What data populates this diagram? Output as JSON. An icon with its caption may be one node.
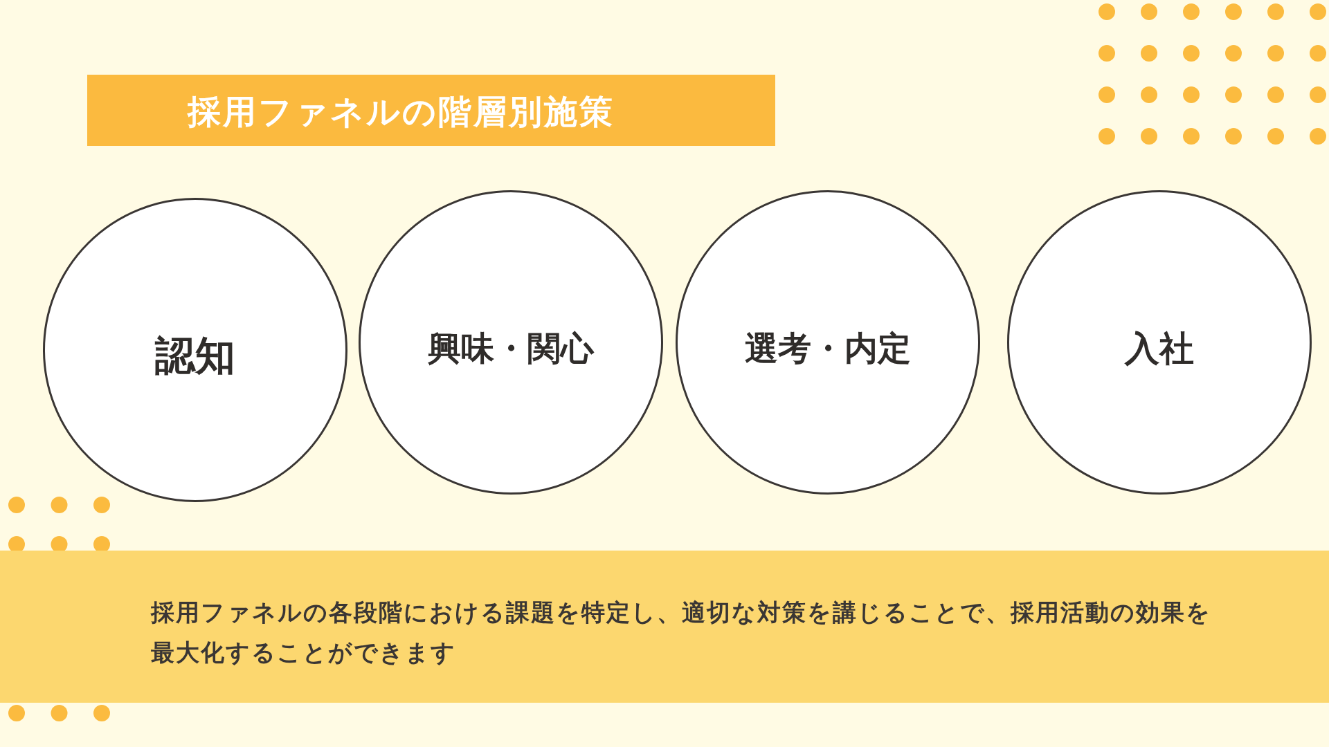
{
  "diagram": {
    "title": "採用ファネルの階層別施策",
    "nodes": [
      {
        "text": [
          "認知"
        ]
      },
      {
        "text": [
          "興味・関心"
        ]
      },
      {
        "text": [
          "選考・内定"
        ]
      },
      {
        "text": [
          "入社"
        ]
      },
      {
        "text": [
          "採用ファネルの各段階における課題を特定し、適切な対策を講じることで、採用活動の効果を最大化することができます"
        ]
      }
    ]
  }
}
